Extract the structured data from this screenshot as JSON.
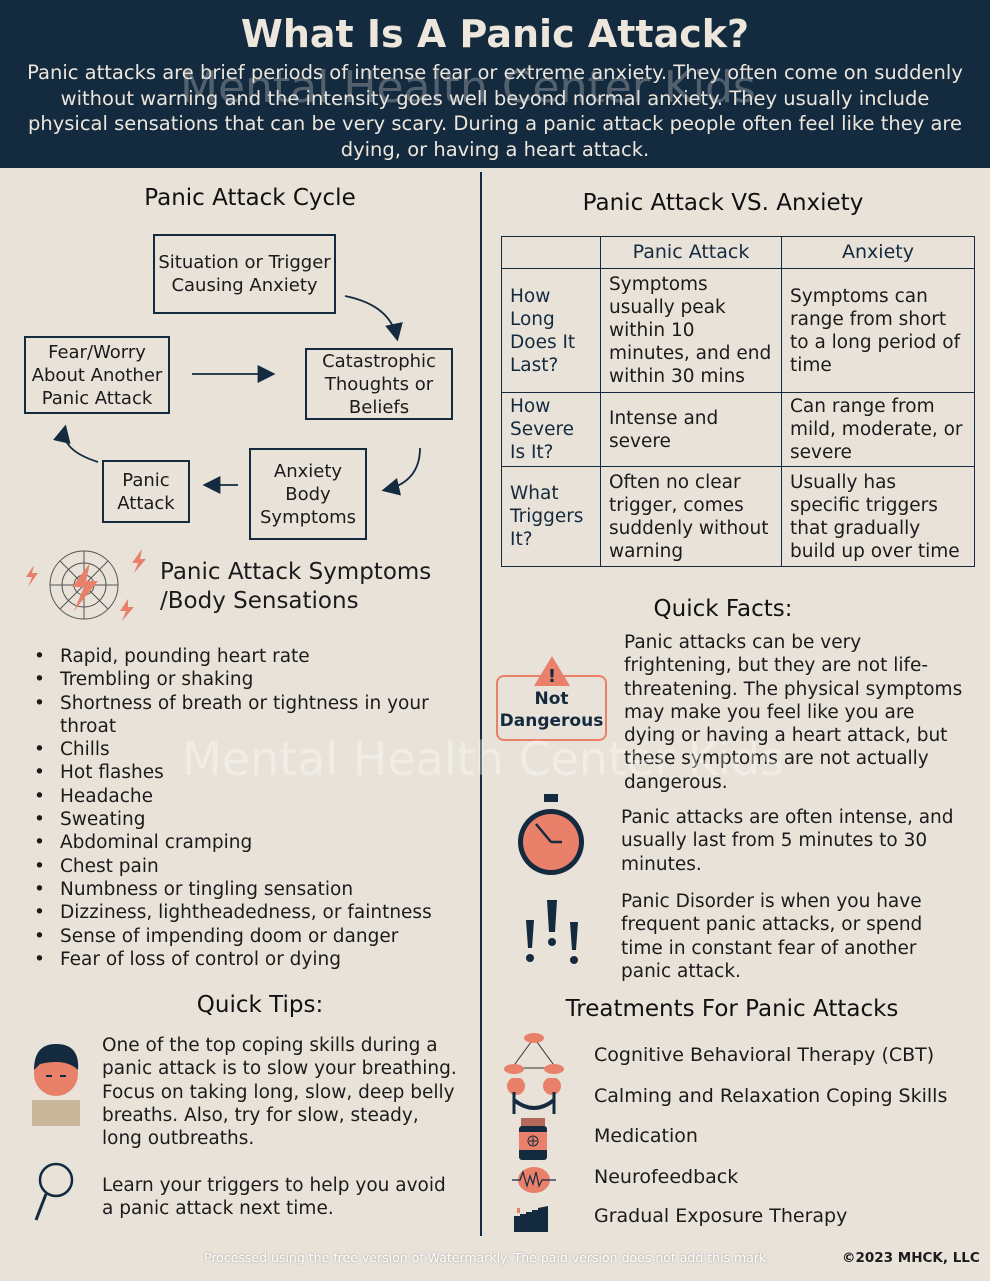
{
  "header": {
    "title": "What Is A Panic Attack?",
    "intro": "Panic attacks are brief periods of intense fear or extreme anxiety.  They often come on suddenly without warning and the intensity goes well beyond normal anxiety. They usually include physical sensations that can be very scary.  During a panic attack people often feel like they are dying, or having a heart attack."
  },
  "cycle": {
    "title": "Panic Attack Cycle",
    "nodes": [
      "Situation or Trigger Causing Anxiety",
      "Catastrophic Thoughts or Beliefs",
      "Anxiety Body Symptoms",
      "Panic Attack",
      "Fear/Worry About Another Panic Attack"
    ]
  },
  "symptoms": {
    "title_line1": "Panic Attack Symptoms",
    "title_line2": "/Body Sensations",
    "items": [
      "Rapid, pounding heart rate",
      "Trembling or shaking",
      "Shortness of breath or tightness in your throat",
      "Chills",
      "Hot flashes",
      "Headache",
      "Sweating",
      "Abdominal cramping",
      "Chest pain",
      "Numbness or tingling sensation",
      "Dizziness, lightheadedness, or faintness",
      "Sense of impending doom or danger",
      "Fear of loss of control or dying"
    ]
  },
  "tips": {
    "title": "Quick Tips:",
    "items": [
      "One of the top coping skills during a panic attack is to slow your breathing. Focus on taking long, slow, deep belly breaths.  Also, try for slow, steady, long outbreaths.",
      "Learn your triggers to help you avoid a panic attack next time."
    ]
  },
  "comparison": {
    "title": "Panic Attack VS. Anxiety",
    "columns": [
      "",
      "Panic Attack",
      "Anxiety"
    ],
    "rows": [
      {
        "label": "How Long Does It Last?",
        "panic": "Symptoms usually peak within 10 minutes, and end within 30 mins",
        "anxiety": "Symptoms can range from short to a long period of time"
      },
      {
        "label": "How Severe Is It?",
        "panic": "Intense and severe",
        "anxiety": "Can range from mild, moderate, or severe"
      },
      {
        "label": "What Triggers It?",
        "panic": "Often no clear trigger, comes suddenly without warning",
        "anxiety": "Usually has specific triggers that gradually build up over time"
      }
    ]
  },
  "facts": {
    "title": "Quick Facts:",
    "badge": [
      "Not",
      "Dangerous"
    ],
    "items": [
      "Panic attacks can be very frightening, but they are not life-threatening.  The physical symptoms may make you feel like you are dying or having a heart attack, but these symptoms are not actually dangerous.",
      "Panic attacks are often intense, and usually last from 5 minutes to 30 minutes.",
      "Panic Disorder is when you have frequent panic attacks, or spend time in constant fear of another panic attack."
    ]
  },
  "treatments": {
    "title": "Treatments For Panic Attacks",
    "items": [
      "Cognitive Behavioral Therapy (CBT)",
      "Calming and Relaxation Coping Skills",
      "Medication",
      "Neurofeedback",
      "Gradual Exposure Therapy"
    ]
  },
  "footer": {
    "watermark_note": "Processed using the free version of Watermarkly. The paid version does not add this mark.",
    "copyright": "©2023 MHCK, LLC"
  },
  "watermark": "Mental Health Center Kids",
  "colors": {
    "navy": "#142a3e",
    "background": "#e8e2d9",
    "accent": "#e8806a"
  }
}
